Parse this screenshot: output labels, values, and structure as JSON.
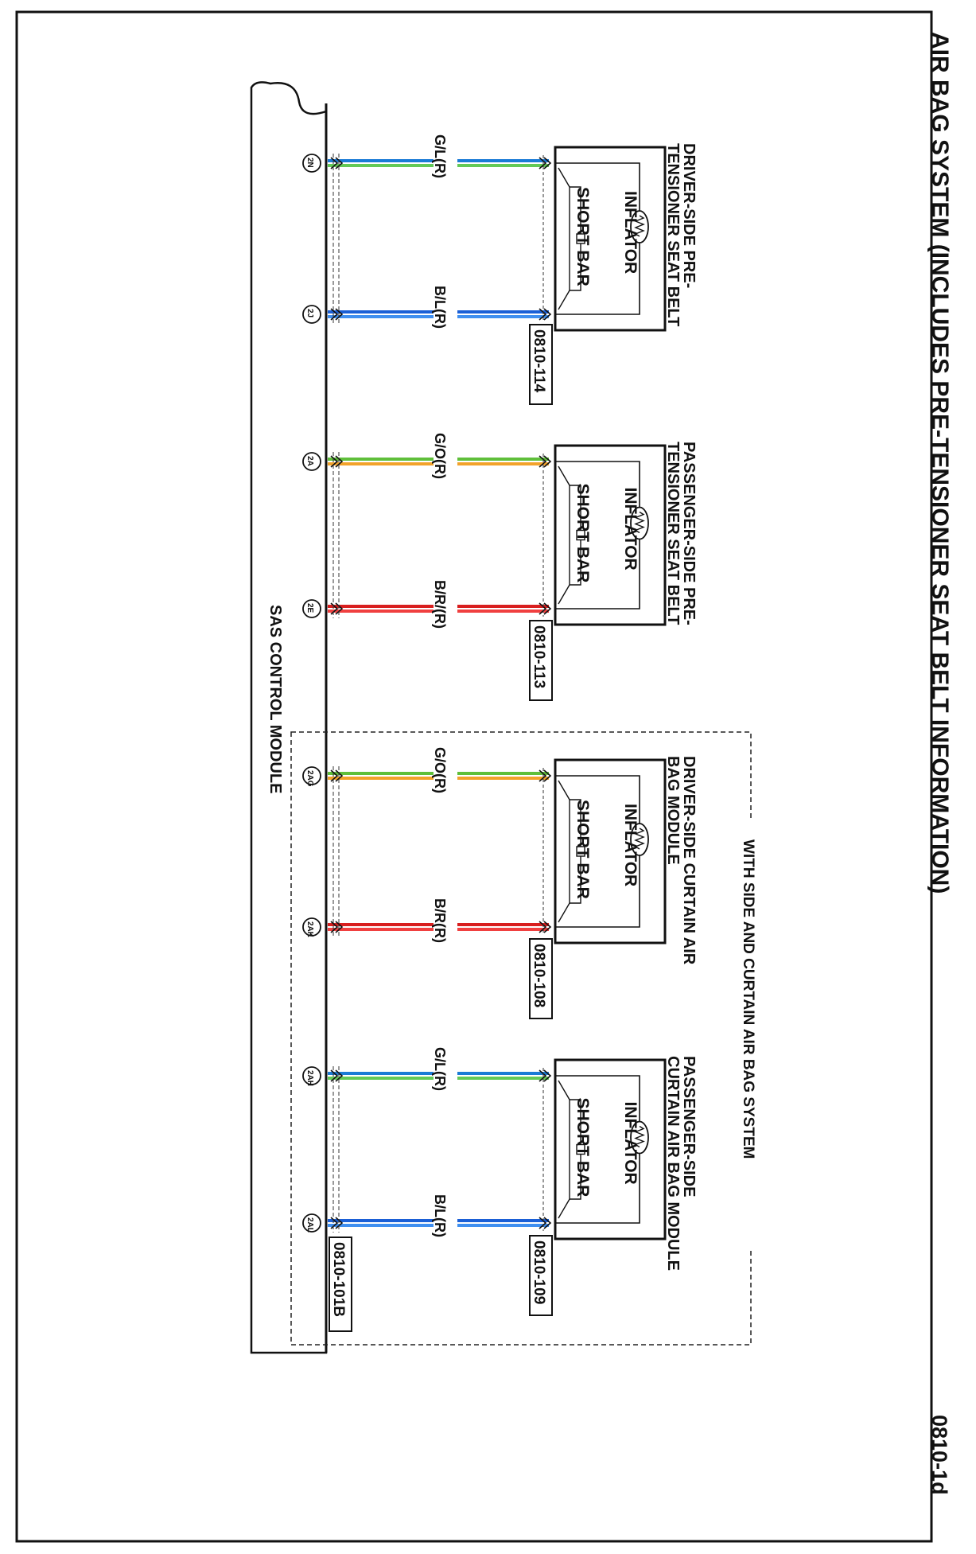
{
  "title": "AIR BAG SYSTEM (INCLUDES PRE-TENSIONER SEAT BELT INFORMATION)",
  "page_id": "0810-1d",
  "module": {
    "label": "SAS CONTROL MODULE",
    "connector": "0810-101B"
  },
  "group_label": "WITH SIDE AND CURTAIN AIR BAG SYSTEM",
  "components": [
    {
      "name_lines": [
        "DRIVER-SIDE PRE-",
        "TENSIONER SEAT BELT"
      ],
      "inflator": "INFLATOR",
      "short_bar": "SHORT BAR",
      "connector": "0810-114",
      "wires": [
        {
          "pin": "2N",
          "label": "G/L(R)",
          "colors": [
            "#1a7bd6",
            "#63c957"
          ]
        },
        {
          "pin": "2J",
          "label": "B/L(R)",
          "colors": [
            "#1a5fd6",
            "#3f8ff0"
          ]
        }
      ]
    },
    {
      "name_lines": [
        "PASSENGER-SIDE PRE-",
        "TENSIONER SEAT BELT"
      ],
      "inflator": "INFLATOR",
      "short_bar": "SHORT BAR",
      "connector": "0810-113",
      "wires": [
        {
          "pin": "2A",
          "label": "G/O(R)",
          "colors": [
            "#5fbf3a",
            "#f2a22a"
          ]
        },
        {
          "pin": "2E",
          "label": "B/R/(R)",
          "colors": [
            "#d81e1e",
            "#f04040"
          ]
        }
      ]
    },
    {
      "name_lines": [
        "DRIVER-SIDE CURTAIN AIR",
        "BAG MODULE"
      ],
      "inflator": "INFLATOR",
      "short_bar": "SHORT BAR",
      "connector": "0810-108",
      "wires": [
        {
          "pin": "2AG",
          "label": "G/O(R)",
          "colors": [
            "#5fbf3a",
            "#f2a22a"
          ]
        },
        {
          "pin": "2AK",
          "label": "B/R(R)",
          "colors": [
            "#d81e1e",
            "#f04040"
          ]
        }
      ]
    },
    {
      "name_lines": [
        "PASSENGER-SIDE",
        "CURTAIN AIR BAG MODULE"
      ],
      "inflator": "INFLATOR",
      "short_bar": "SHORT BAR",
      "connector": "0810-109",
      "wires": [
        {
          "pin": "2AH",
          "label": "G/L(R)",
          "colors": [
            "#1a7bd6",
            "#63c957"
          ]
        },
        {
          "pin": "2AL",
          "label": "B/L(R)",
          "colors": [
            "#1a5fd6",
            "#3f8ff0"
          ]
        }
      ]
    }
  ]
}
